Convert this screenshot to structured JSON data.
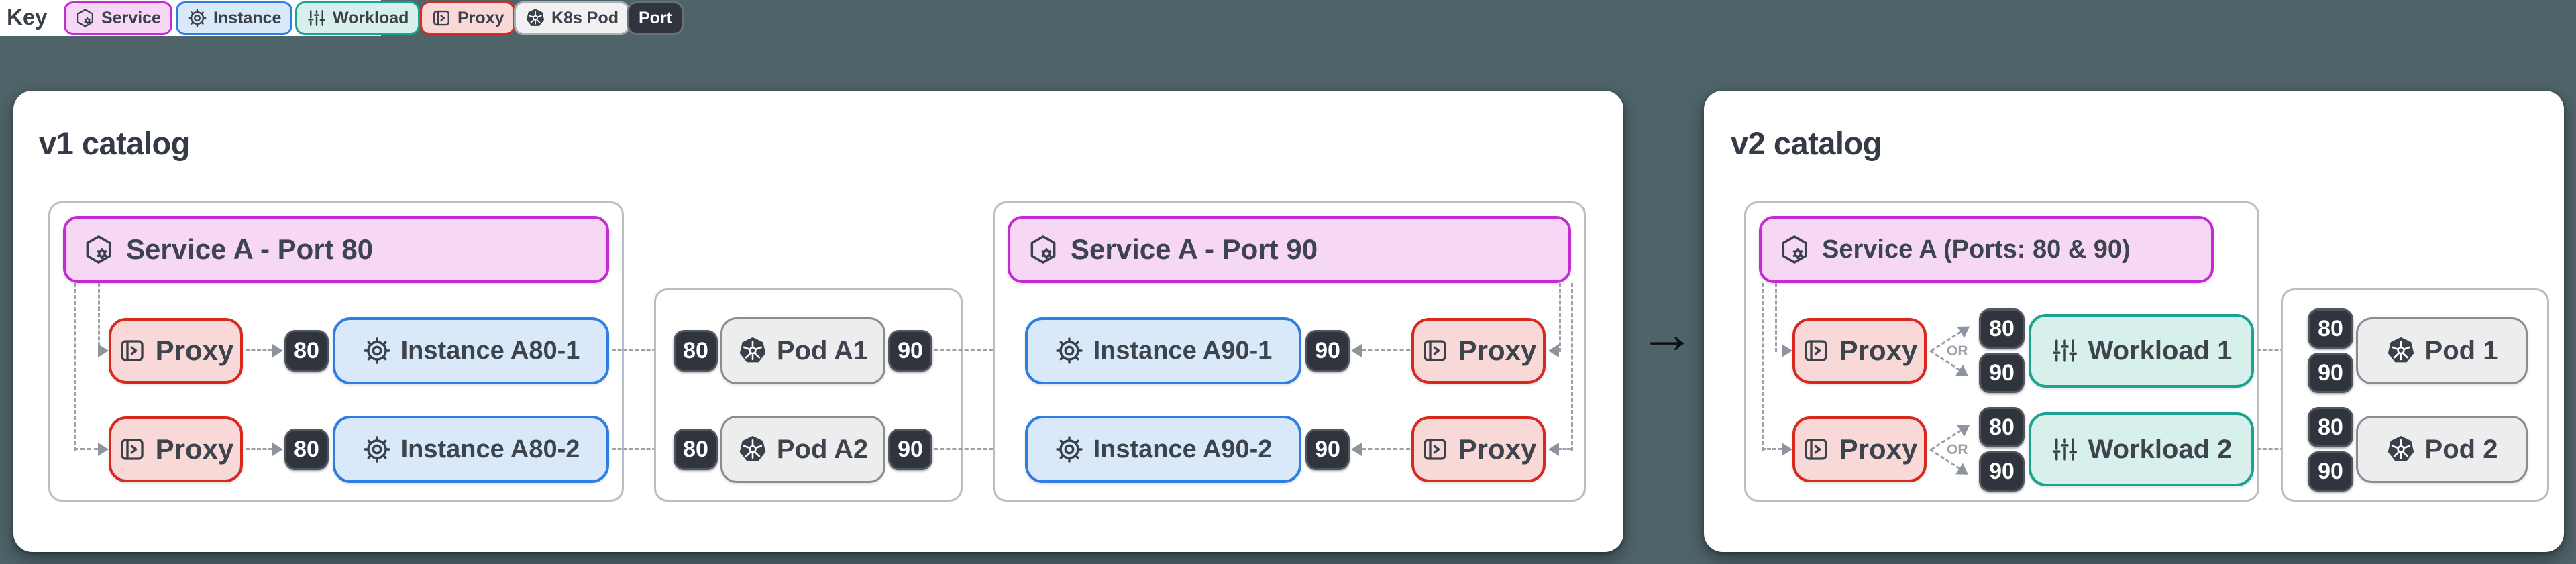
{
  "key": {
    "label": "Key",
    "badges": [
      {
        "name": "service",
        "label": "Service"
      },
      {
        "name": "instance",
        "label": "Instance"
      },
      {
        "name": "workload",
        "label": "Workload"
      },
      {
        "name": "proxy",
        "label": "Proxy"
      },
      {
        "name": "k8s_pod",
        "label": "K8s Pod"
      },
      {
        "name": "port",
        "label": "Port"
      }
    ]
  },
  "v1": {
    "title": "v1 catalog",
    "port80_group": {
      "service_banner": "Service A - Port 80",
      "rows": [
        {
          "proxy": "Proxy",
          "port": "80",
          "instance": "Instance A80-1"
        },
        {
          "proxy": "Proxy",
          "port": "80",
          "instance": "Instance A80-2"
        }
      ]
    },
    "pods_group": {
      "pods": [
        {
          "left_port": "80",
          "name": "Pod A1",
          "right_port": "90"
        },
        {
          "left_port": "80",
          "name": "Pod A2",
          "right_port": "90"
        }
      ]
    },
    "port90_group": {
      "service_banner": "Service A - Port 90",
      "rows": [
        {
          "instance": "Instance A90-1",
          "port": "90",
          "proxy": "Proxy"
        },
        {
          "instance": "Instance A90-2",
          "port": "90",
          "proxy": "Proxy"
        }
      ]
    }
  },
  "transition_arrow": "→",
  "v2": {
    "title": "v2 catalog",
    "service_group": {
      "service_banner": "Service A (Ports: 80 & 90)",
      "rows": [
        {
          "proxy": "Proxy",
          "or": "OR",
          "ports": [
            "80",
            "90"
          ],
          "workload": "Workload 1"
        },
        {
          "proxy": "Proxy",
          "or": "OR",
          "ports": [
            "80",
            "90"
          ],
          "workload": "Workload 2"
        }
      ]
    },
    "pods_group": {
      "pods": [
        {
          "ports": [
            "80",
            "90"
          ],
          "name": "Pod 1"
        },
        {
          "ports": [
            "80",
            "90"
          ],
          "name": "Pod 2"
        }
      ]
    }
  },
  "palette": {
    "background": "#4f6469",
    "card": "#ffffff",
    "service_fill": "#f6d8f6",
    "service_border": "#c32ad1",
    "instance_fill": "#d9e9f9",
    "instance_border": "#2e7de2",
    "workload_fill": "#d8f0eb",
    "workload_border": "#19a390",
    "proxy_fill": "#f8d9d7",
    "proxy_border": "#d8291f",
    "pod_fill": "#ededee",
    "pod_border": "#898d93",
    "port_fill": "#30353d",
    "text": "#3d444e",
    "connector": "#9aa1a9"
  }
}
